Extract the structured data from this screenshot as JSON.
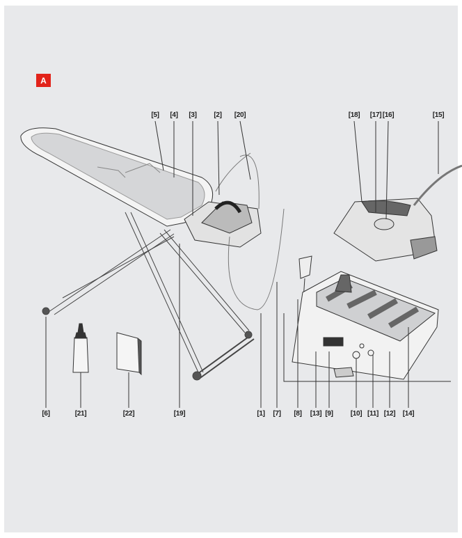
{
  "figure": {
    "badge": "A",
    "top_labels": [
      "[5]",
      "[4]",
      "[3]",
      "[2]",
      "[20]",
      "[18]",
      "[17]",
      "[16]",
      "[15]"
    ],
    "bottom_labels": [
      "[6]",
      "[21]",
      "[22]",
      "[19]",
      "[1]",
      "[7]",
      "[8]",
      "[13]",
      "[9]",
      "[10]",
      "[11]",
      "[12]",
      "[14]"
    ]
  },
  "colors": {
    "badge": "#e2231a",
    "panel": "#e8e9eb"
  }
}
